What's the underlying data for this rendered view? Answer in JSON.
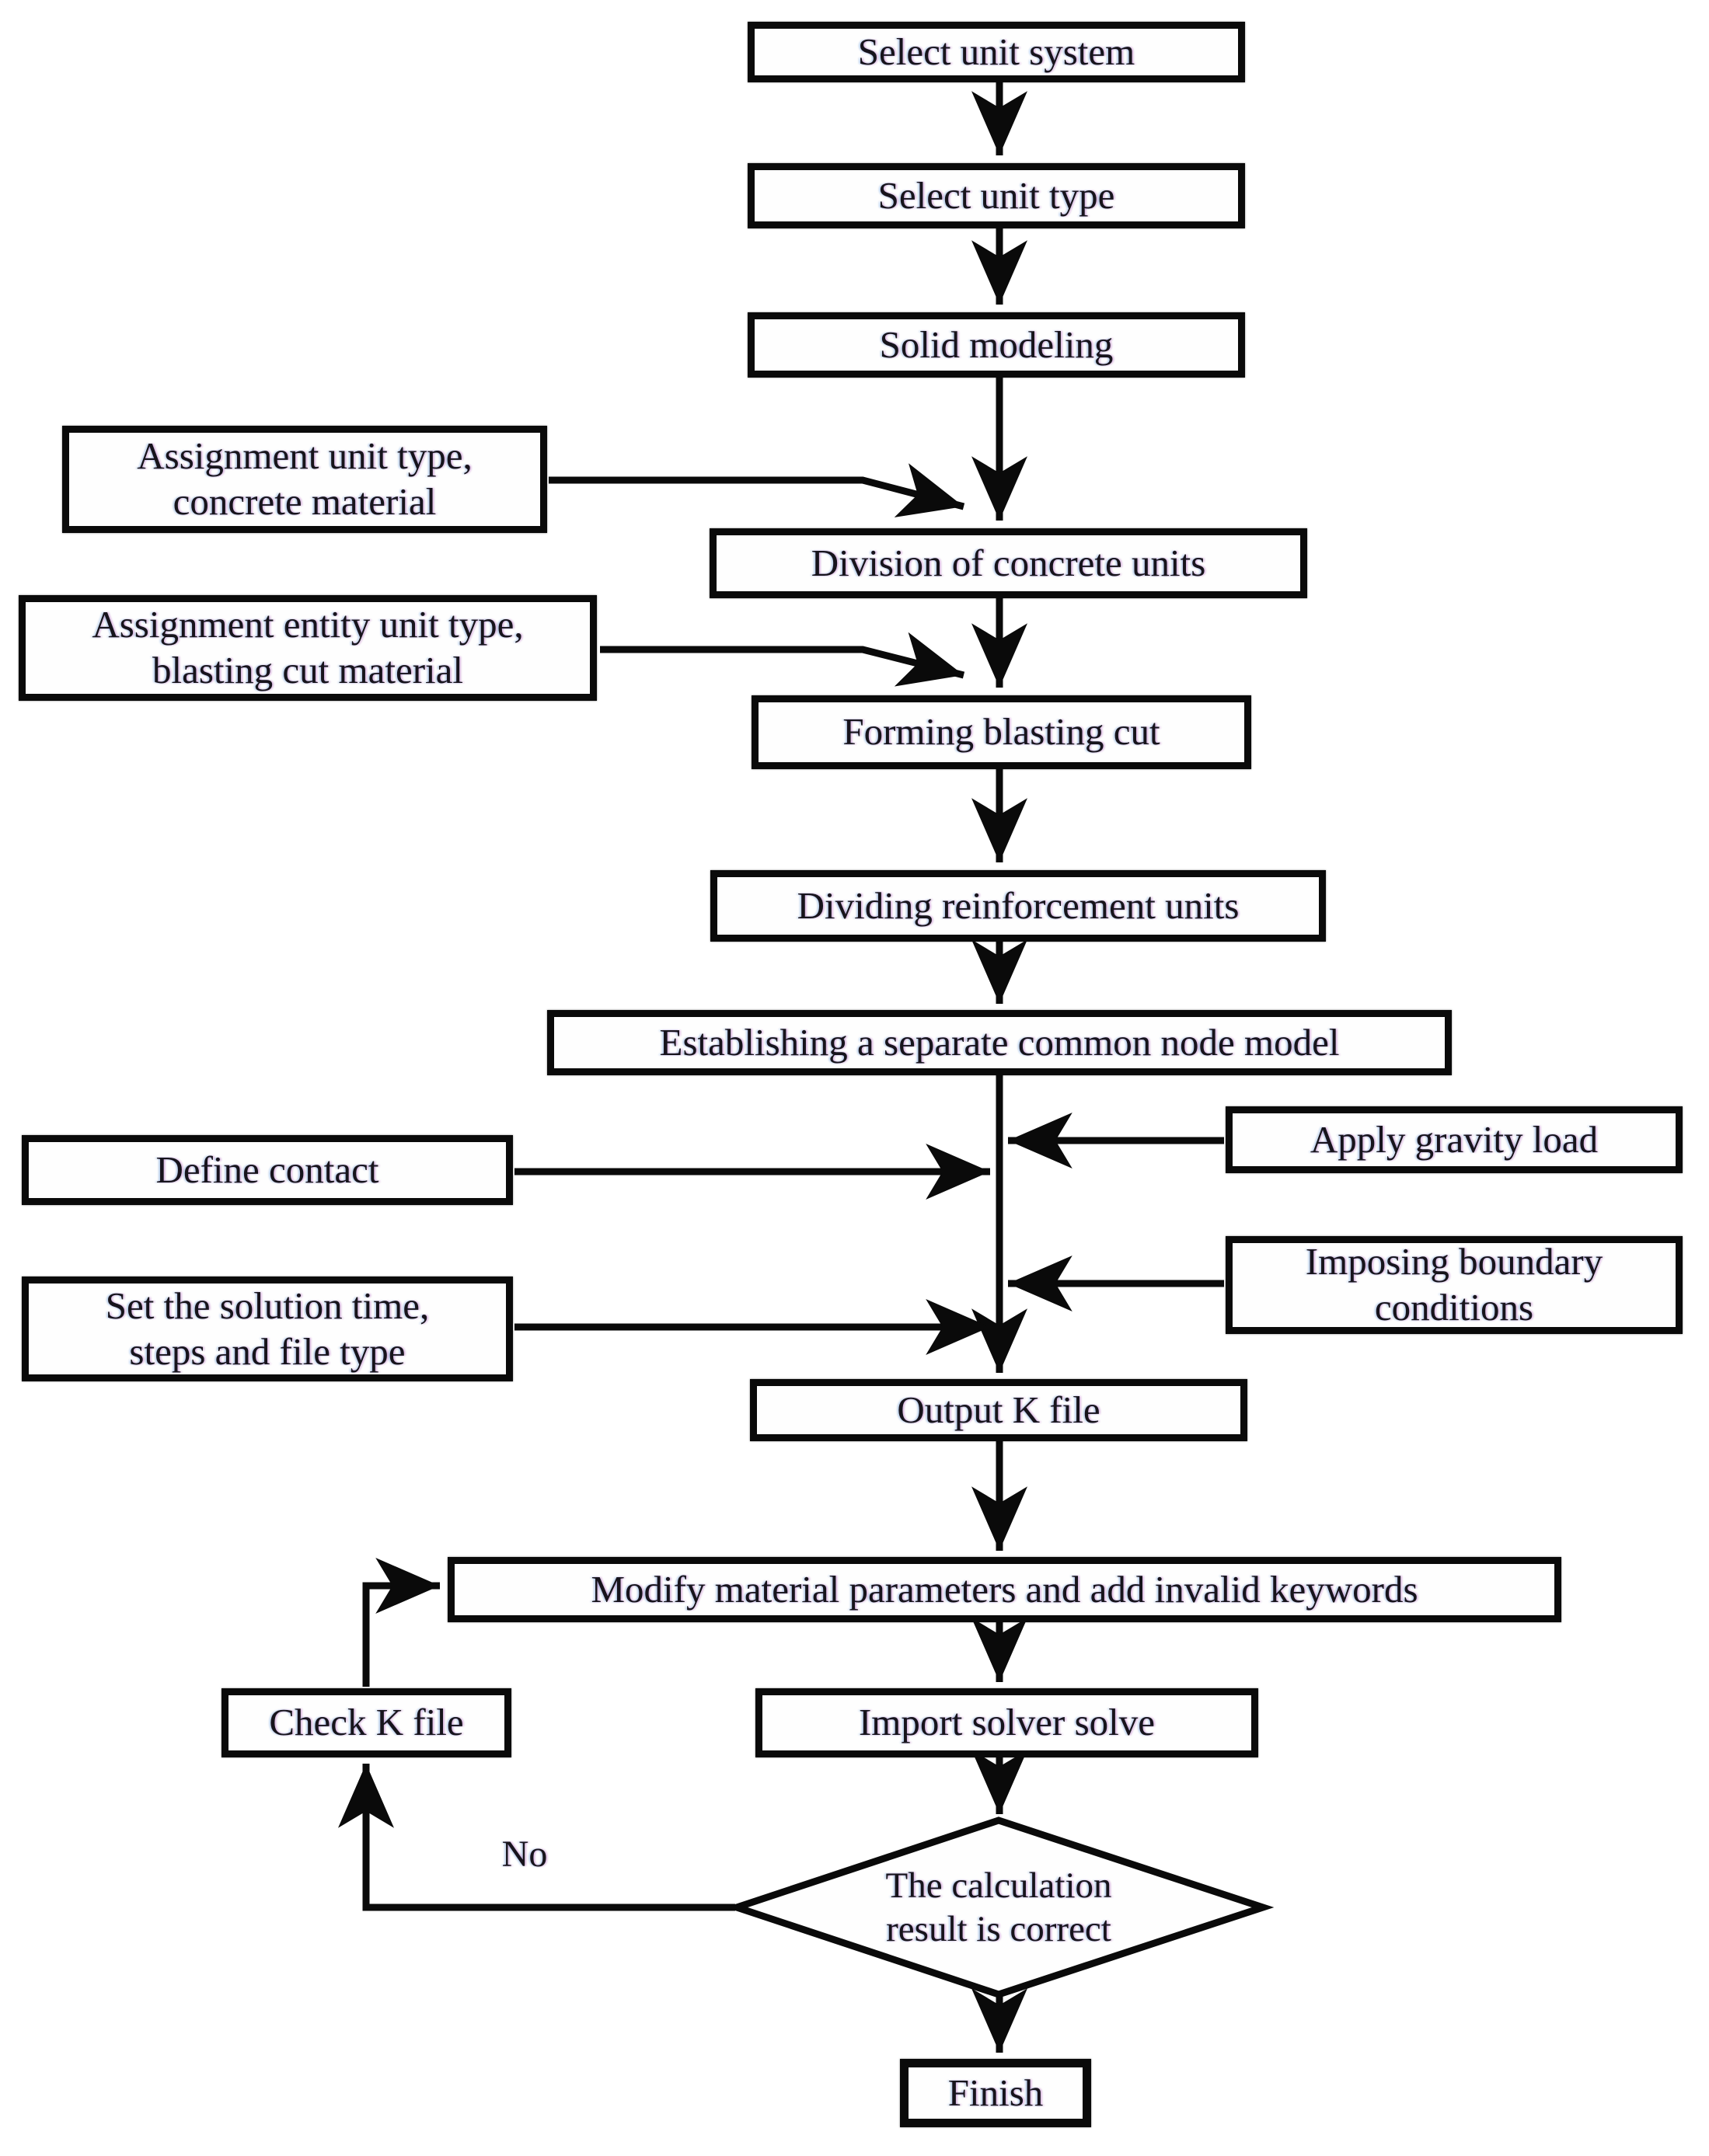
{
  "canvas": {
    "background": "#ffffff",
    "line_color": "#0a0a0a",
    "box_fill": "#fefefe",
    "text_color": "#17141c"
  },
  "nodes": {
    "select_unit_system": {
      "label": "Select unit system"
    },
    "select_unit_type": {
      "label": "Select unit type"
    },
    "solid_modeling": {
      "label": "Solid modeling"
    },
    "assignment_unit_type": {
      "label": "Assignment unit type,\nconcrete material"
    },
    "division_concrete_units": {
      "label": "Division of concrete units"
    },
    "assignment_entity_unit_type": {
      "label": "Assignment entity unit type,\nblasting cut material"
    },
    "forming_blasting_cut": {
      "label": "Forming blasting cut"
    },
    "dividing_reinforcement_units": {
      "label": "Dividing reinforcement units"
    },
    "establishing_common_node_model": {
      "label": "Establishing a separate common node model"
    },
    "apply_gravity_load": {
      "label": "Apply gravity load"
    },
    "define_contact": {
      "label": "Define contact"
    },
    "imposing_boundary_conditions": {
      "label": "Imposing boundary\nconditions"
    },
    "set_solution_time": {
      "label": "Set the solution time,\nsteps and file type"
    },
    "output_k_file": {
      "label": "Output K file"
    },
    "modify_material_parameters": {
      "label": "Modify material parameters and add invalid keywords"
    },
    "check_k_file": {
      "label": "Check K file"
    },
    "import_solver_solve": {
      "label": "Import solver solve"
    },
    "finish": {
      "label": "Finish"
    }
  },
  "decision": {
    "label": "The calculation\nresult is correct"
  },
  "edge_labels": {
    "no": "No"
  }
}
